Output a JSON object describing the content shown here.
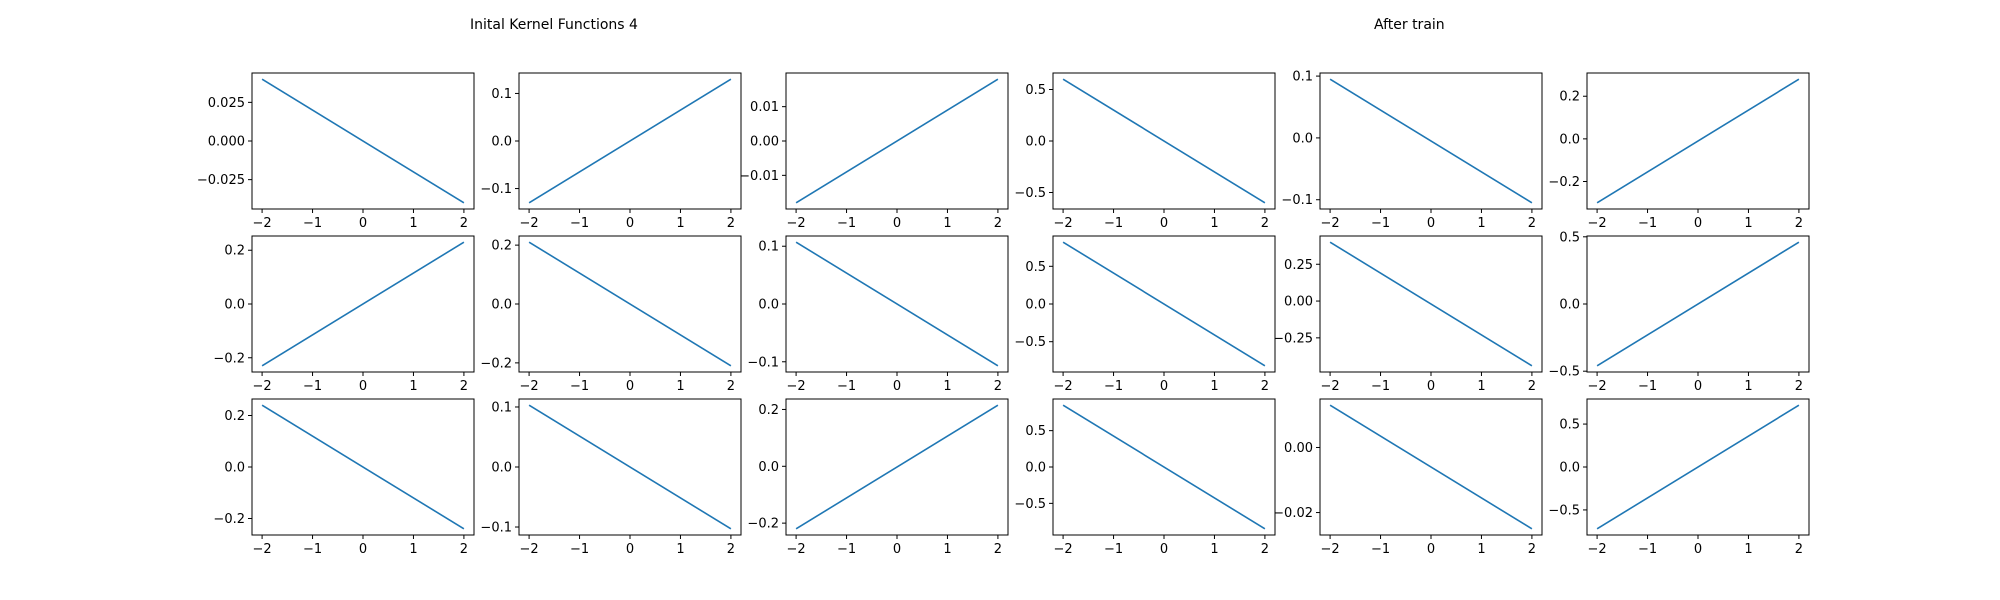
{
  "figure": {
    "titles": [
      "Inital Kernel Functions 4",
      "After train"
    ]
  },
  "chart_data": [
    {
      "type": "line",
      "x": [
        -2,
        2
      ],
      "y": [
        0.04,
        -0.04
      ],
      "xticks": [
        "−2",
        "−1",
        "0",
        "1",
        "2"
      ],
      "yticks": [
        {
          "v": 0.025,
          "label": "0.025"
        },
        {
          "v": 0.0,
          "label": "0.000"
        },
        {
          "v": -0.025,
          "label": "−0.025"
        }
      ]
    },
    {
      "type": "line",
      "x": [
        -2,
        2
      ],
      "y": [
        -0.13,
        0.13
      ],
      "xticks": [
        "−2",
        "−1",
        "0",
        "1",
        "2"
      ],
      "yticks": [
        {
          "v": 0.1,
          "label": "0.1"
        },
        {
          "v": 0.0,
          "label": "0.0"
        },
        {
          "v": -0.1,
          "label": "−0.1"
        }
      ]
    },
    {
      "type": "line",
      "x": [
        -2,
        2
      ],
      "y": [
        -0.018,
        0.018
      ],
      "xticks": [
        "−2",
        "−1",
        "0",
        "1",
        "2"
      ],
      "yticks": [
        {
          "v": 0.01,
          "label": "0.01"
        },
        {
          "v": 0.0,
          "label": "0.00"
        },
        {
          "v": -0.01,
          "label": "−0.01"
        }
      ]
    },
    {
      "type": "line",
      "x": [
        -2,
        2
      ],
      "y": [
        0.6,
        -0.6
      ],
      "xticks": [
        "−2",
        "−1",
        "0",
        "1",
        "2"
      ],
      "yticks": [
        {
          "v": 0.5,
          "label": "0.5"
        },
        {
          "v": 0.0,
          "label": "0.0"
        },
        {
          "v": -0.5,
          "label": "−0.5"
        }
      ]
    },
    {
      "type": "line",
      "x": [
        -2,
        2
      ],
      "y": [
        0.095,
        -0.105
      ],
      "xticks": [
        "−2",
        "−1",
        "0",
        "1",
        "2"
      ],
      "yticks": [
        {
          "v": 0.1,
          "label": "0.1"
        },
        {
          "v": 0.0,
          "label": "0.0"
        },
        {
          "v": -0.1,
          "label": "−0.1"
        }
      ]
    },
    {
      "type": "line",
      "x": [
        -2,
        2
      ],
      "y": [
        -0.3,
        0.28
      ],
      "xticks": [
        "−2",
        "−1",
        "0",
        "1",
        "2"
      ],
      "yticks": [
        {
          "v": 0.2,
          "label": "0.2"
        },
        {
          "v": 0.0,
          "label": "0.0"
        },
        {
          "v": -0.2,
          "label": "−0.2"
        }
      ]
    },
    {
      "type": "line",
      "x": [
        -2,
        2
      ],
      "y": [
        -0.23,
        0.23
      ],
      "xticks": [
        "−2",
        "−1",
        "0",
        "1",
        "2"
      ],
      "yticks": [
        {
          "v": 0.2,
          "label": "0.2"
        },
        {
          "v": 0.0,
          "label": "0.0"
        },
        {
          "v": -0.2,
          "label": "−0.2"
        }
      ]
    },
    {
      "type": "line",
      "x": [
        -2,
        2
      ],
      "y": [
        0.21,
        -0.21
      ],
      "xticks": [
        "−2",
        "−1",
        "0",
        "1",
        "2"
      ],
      "yticks": [
        {
          "v": 0.2,
          "label": "0.2"
        },
        {
          "v": 0.0,
          "label": "0.0"
        },
        {
          "v": -0.2,
          "label": "−0.2"
        }
      ]
    },
    {
      "type": "line",
      "x": [
        -2,
        2
      ],
      "y": [
        0.107,
        -0.107
      ],
      "xticks": [
        "−2",
        "−1",
        "0",
        "1",
        "2"
      ],
      "yticks": [
        {
          "v": 0.1,
          "label": "0.1"
        },
        {
          "v": 0.0,
          "label": "0.0"
        },
        {
          "v": -0.1,
          "label": "−0.1"
        }
      ]
    },
    {
      "type": "line",
      "x": [
        -2,
        2
      ],
      "y": [
        0.82,
        -0.82
      ],
      "xticks": [
        "−2",
        "−1",
        "0",
        "1",
        "2"
      ],
      "yticks": [
        {
          "v": 0.5,
          "label": "0.5"
        },
        {
          "v": 0.0,
          "label": "0.0"
        },
        {
          "v": -0.5,
          "label": "−0.5"
        }
      ]
    },
    {
      "type": "line",
      "x": [
        -2,
        2
      ],
      "y": [
        0.4,
        -0.44
      ],
      "xticks": [
        "−2",
        "−1",
        "0",
        "1",
        "2"
      ],
      "yticks": [
        {
          "v": 0.25,
          "label": "0.25"
        },
        {
          "v": 0.0,
          "label": "0.00"
        },
        {
          "v": -0.25,
          "label": "−0.25"
        }
      ]
    },
    {
      "type": "line",
      "x": [
        -2,
        2
      ],
      "y": [
        -0.46,
        0.46
      ],
      "xticks": [
        "−2",
        "−1",
        "0",
        "1",
        "2"
      ],
      "yticks": [
        {
          "v": 0.5,
          "label": "0.5"
        },
        {
          "v": 0.0,
          "label": "0.0"
        },
        {
          "v": -0.5,
          "label": "−0.5"
        }
      ]
    },
    {
      "type": "line",
      "x": [
        -2,
        2
      ],
      "y": [
        0.24,
        -0.24
      ],
      "xticks": [
        "−2",
        "−1",
        "0",
        "1",
        "2"
      ],
      "yticks": [
        {
          "v": 0.2,
          "label": "0.2"
        },
        {
          "v": 0.0,
          "label": "0.0"
        },
        {
          "v": -0.2,
          "label": "−0.2"
        }
      ]
    },
    {
      "type": "line",
      "x": [
        -2,
        2
      ],
      "y": [
        0.103,
        -0.103
      ],
      "xticks": [
        "−2",
        "−1",
        "0",
        "1",
        "2"
      ],
      "yticks": [
        {
          "v": 0.1,
          "label": "0.1"
        },
        {
          "v": 0.0,
          "label": "0.0"
        },
        {
          "v": -0.1,
          "label": "−0.1"
        }
      ]
    },
    {
      "type": "line",
      "x": [
        -2,
        2
      ],
      "y": [
        -0.22,
        0.215
      ],
      "xticks": [
        "−2",
        "−1",
        "0",
        "1",
        "2"
      ],
      "yticks": [
        {
          "v": 0.2,
          "label": "0.2"
        },
        {
          "v": 0.0,
          "label": "0.0"
        },
        {
          "v": -0.2,
          "label": "−0.2"
        }
      ]
    },
    {
      "type": "line",
      "x": [
        -2,
        2
      ],
      "y": [
        0.85,
        -0.85
      ],
      "xticks": [
        "−2",
        "−1",
        "0",
        "1",
        "2"
      ],
      "yticks": [
        {
          "v": 0.5,
          "label": "0.5"
        },
        {
          "v": 0.0,
          "label": "0.0"
        },
        {
          "v": -0.5,
          "label": "−0.5"
        }
      ]
    },
    {
      "type": "line",
      "x": [
        -2,
        2
      ],
      "y": [
        0.013,
        -0.025
      ],
      "xticks": [
        "−2",
        "−1",
        "0",
        "1",
        "2"
      ],
      "yticks": [
        {
          "v": 0.0,
          "label": "0.00"
        },
        {
          "v": -0.02,
          "label": "−0.02"
        }
      ]
    },
    {
      "type": "line",
      "x": [
        -2,
        2
      ],
      "y": [
        -0.72,
        0.72
      ],
      "xticks": [
        "−2",
        "−1",
        "0",
        "1",
        "2"
      ],
      "yticks": [
        {
          "v": 0.5,
          "label": "0.5"
        },
        {
          "v": 0.0,
          "label": "0.0"
        },
        {
          "v": -0.5,
          "label": "−0.5"
        }
      ]
    }
  ],
  "style": {
    "line_color": "#1f77b4",
    "axis_color": "#000000",
    "background": "#ffffff",
    "grid": false
  }
}
